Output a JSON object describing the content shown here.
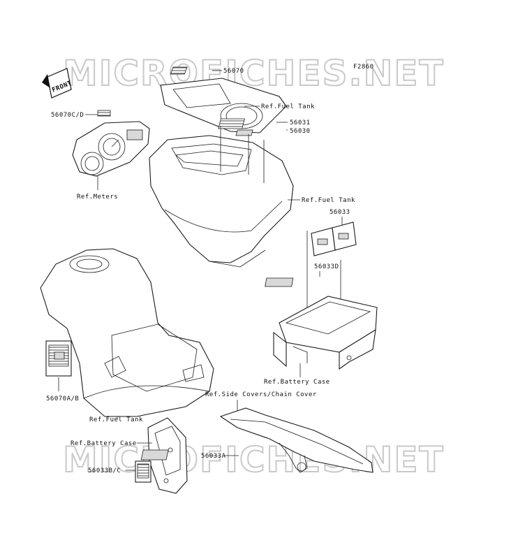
{
  "diagram": {
    "figure_code": "F2860",
    "front_label": "FRONT",
    "watermarks": [
      "MICROFICHES.NET",
      "MICROFICHES.NET"
    ],
    "labels": {
      "p56070": "56070",
      "p56070cd": "56070C/D",
      "p56031": "56031",
      "p56030": "56030",
      "p56033": "56033",
      "p56033d": "56033D",
      "p56070ab": "56070A/B",
      "p56033bc": "56033B/C",
      "p56033a": "56033A",
      "ref_fuel_tank_1": "Ref.Fuel Tank",
      "ref_fuel_tank_2": "Ref.Fuel Tank",
      "ref_fuel_tank_3": "Ref.Fuel Tank",
      "ref_meters": "Ref.Meters",
      "ref_battery_case_1": "Ref.Battery Case",
      "ref_battery_case_2": "Ref.Battery Case",
      "ref_side_covers": "Ref.Side Covers/Chain Cover"
    }
  }
}
